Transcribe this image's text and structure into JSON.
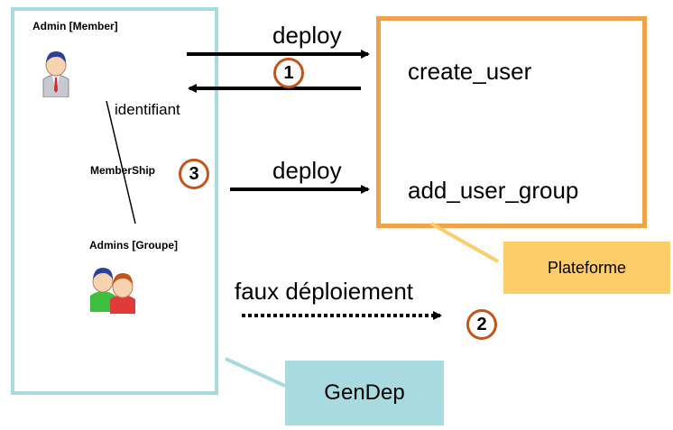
{
  "gendep": {
    "admin_member_label": "Admin [Member]",
    "membership_label": "MemberShip",
    "admins_group_label": "Admins [Groupe]",
    "identifiant_label": "identifiant",
    "title": "GenDep"
  },
  "plateforme": {
    "op_create_user": "create_user",
    "op_add_user_group": "add_user_group",
    "title": "Plateforme"
  },
  "arrows": {
    "deploy_top": "deploy",
    "deploy_bottom": "deploy",
    "faux_deploiement": "faux déploiement"
  },
  "steps": {
    "step1": "1",
    "step2": "2",
    "step3": "3"
  },
  "colors": {
    "gendep_border": "#a8dbe0",
    "plateforme_border": "#f2a24a",
    "plateforme_label_bg": "#fdcd6a",
    "step_circle": "#c0561c"
  },
  "icons": [
    "admin-user-icon",
    "admins-group-icon"
  ]
}
